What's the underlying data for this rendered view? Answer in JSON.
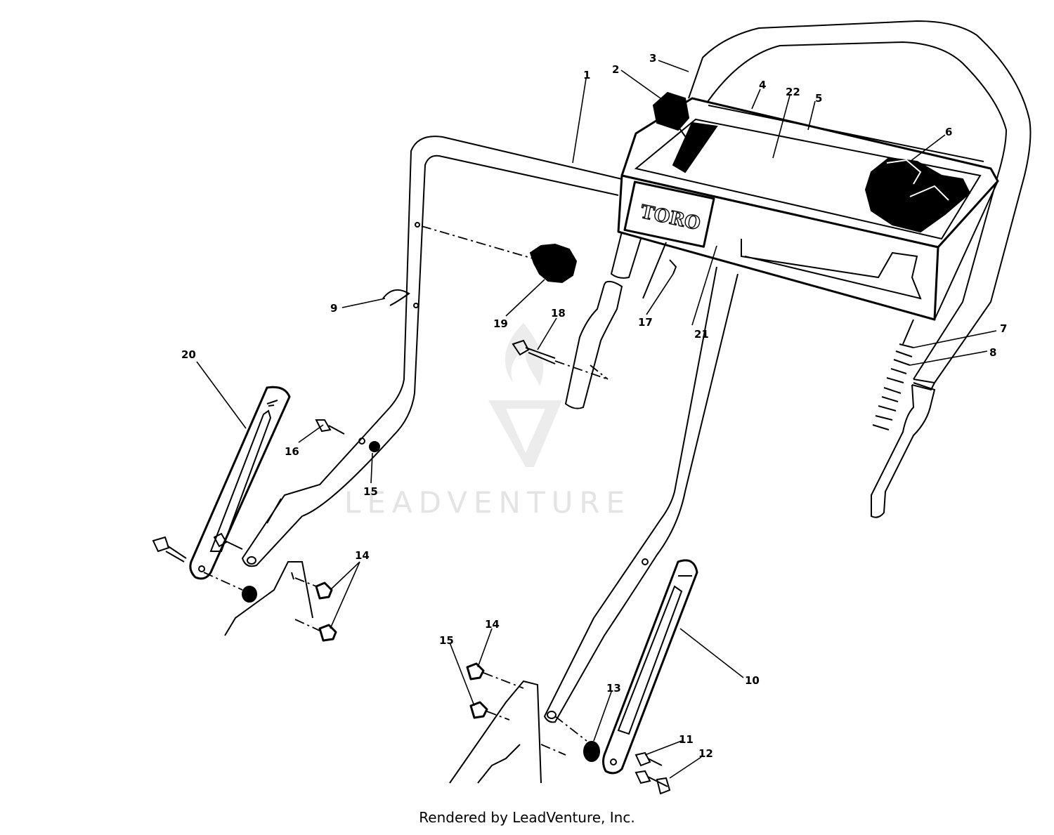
{
  "diagram": {
    "brand_label": "TORO",
    "watermark_text": "LEADVENTURE",
    "callouts": [
      "1",
      "2",
      "3",
      "4",
      "22",
      "5",
      "6",
      "7",
      "8",
      "9",
      "19",
      "18",
      "17",
      "21",
      "20",
      "16",
      "15",
      "14",
      "14",
      "15",
      "10",
      "13",
      "11",
      "12"
    ]
  },
  "footer": {
    "text": "Rendered by LeadVenture, Inc."
  },
  "colors": {
    "line": "#000000",
    "background": "#ffffff",
    "watermark": "#e4e4e4"
  }
}
